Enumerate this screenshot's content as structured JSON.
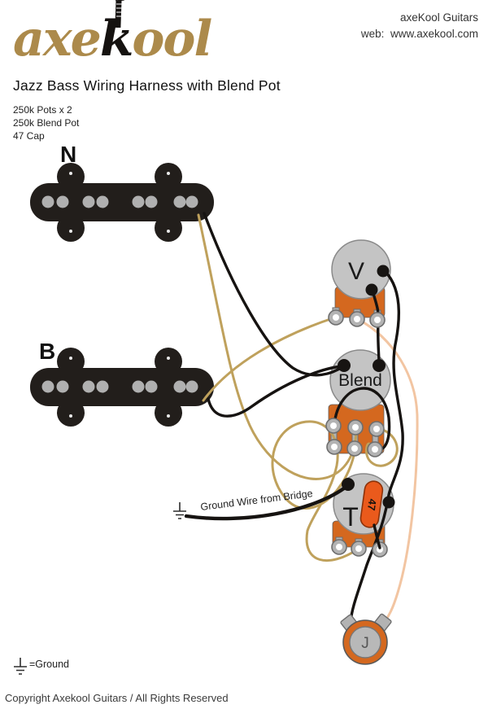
{
  "header": {
    "logo_axe": "axe",
    "logo_k": "k",
    "logo_ool": "ool",
    "company": "axeKool Guitars",
    "web_label": "web:",
    "web_url": "www.axekool.com"
  },
  "title": "Jazz Bass Wiring Harness with Blend Pot",
  "specs": [
    "250k Pots x 2",
    "250k Blend Pot",
    "47 Cap"
  ],
  "diagram": {
    "neck_pickup_label": "N",
    "bridge_pickup_label": "B",
    "volume_pot_label": "V",
    "blend_pot_label": "Blend",
    "tone_pot_label": "T",
    "capacitor_label": "47",
    "jack_label": "J",
    "ground_wire_note": "Ground Wire from Bridge"
  },
  "legend": {
    "ground_label": "=Ground"
  },
  "footer": {
    "copyright": "Copyright Axekool Guitars / All Rights Reserved"
  },
  "colors": {
    "gold": "#ac8a4b",
    "text-dark": "#222222",
    "wire-black": "#161311",
    "wire-tan": "#bfa15c",
    "wire-salmon": "#f2c5a2",
    "pot-body-orange": "#d4681f",
    "cap-orange": "#ea5a1c",
    "pot-gray": "#c4c4c4",
    "lug-gray": "#b3b3b3",
    "pickup-black": "#221e1b",
    "pole-gray": "#b0b0b0"
  }
}
